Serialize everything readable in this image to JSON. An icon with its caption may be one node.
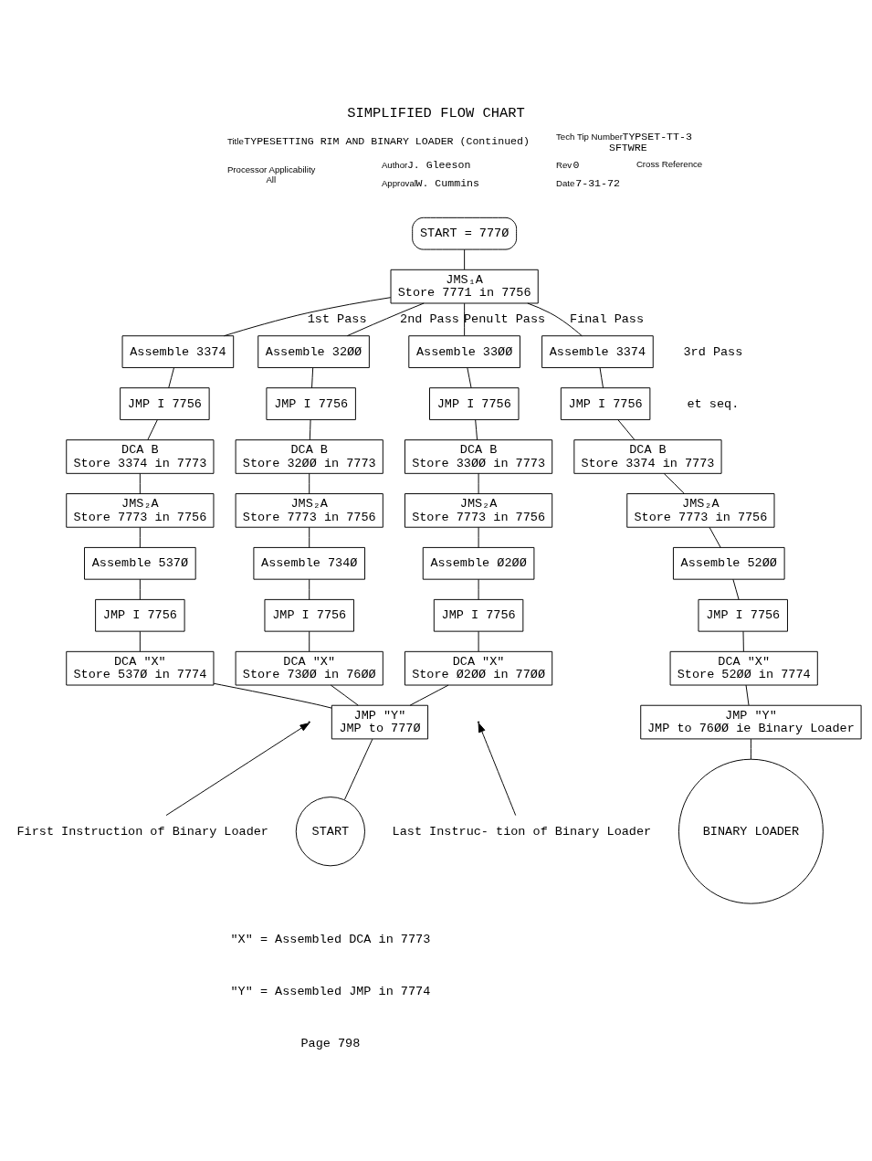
{
  "diagram": {
    "title": "SIMPLIFIED FLOW CHART",
    "nodes": [
      {
        "text": [
          "START = 777Ø"
        ]
      },
      {
        "text": [
          "JMS₁A",
          "Store 7771 in 7756"
        ]
      },
      {
        "text": [
          "Assemble 3374"
        ]
      },
      {
        "text": [
          "JMP I 7756"
        ]
      },
      {
        "text": [
          "DCA B",
          "Store 3374 in 7773"
        ]
      },
      {
        "text": [
          "JMS₂A",
          "Store 7773 in 7756"
        ]
      },
      {
        "text": [
          "Assemble 537Ø"
        ]
      },
      {
        "text": [
          "JMP I 7756"
        ]
      },
      {
        "text": [
          "DCA \"X\"",
          "Store 537Ø in 7774"
        ]
      },
      {
        "text": [
          "Assemble 32ØØ"
        ]
      },
      {
        "text": [
          "JMP I 7756"
        ]
      },
      {
        "text": [
          "DCA B",
          "Store 32ØØ in 7773"
        ]
      },
      {
        "text": [
          "JMS₂A",
          "Store 7773 in 7756"
        ]
      },
      {
        "text": [
          "Assemble 734Ø"
        ]
      },
      {
        "text": [
          "JMP I 7756"
        ]
      },
      {
        "text": [
          "DCA \"X\"",
          "Store 73ØØ in 76ØØ"
        ]
      },
      {
        "text": [
          "Assemble 33ØØ"
        ]
      },
      {
        "text": [
          "JMP I 7756"
        ]
      },
      {
        "text": [
          "DCA B",
          "Store 33ØØ in 7773"
        ]
      },
      {
        "text": [
          "JMS₂A",
          "Store 7773 in 7756"
        ]
      },
      {
        "text": [
          "Assemble Ø2ØØ"
        ]
      },
      {
        "text": [
          "JMP I 7756"
        ]
      },
      {
        "text": [
          "DCA \"X\"",
          "Store Ø2ØØ in 77ØØ"
        ]
      },
      {
        "text": [
          "Assemble 3374"
        ]
      },
      {
        "text": [
          "JMP I 7756"
        ]
      },
      {
        "text": [
          "DCA B",
          "Store 3374 in 7773"
        ]
      },
      {
        "text": [
          "JMS₂A",
          "Store 7773 in 7756"
        ]
      },
      {
        "text": [
          "Assemble 52ØØ"
        ]
      },
      {
        "text": [
          "JMP I 7756"
        ]
      },
      {
        "text": [
          "DCA \"X\"",
          "Store 52ØØ in 7774"
        ]
      },
      {
        "text": [
          "JMP \"Y\"",
          "JMP to 76ØØ ie Binary Loader"
        ]
      },
      {
        "text": [
          "BINARY LOADER"
        ]
      },
      {
        "text": [
          "JMP \"Y\"",
          "JMP to 777Ø"
        ]
      },
      {
        "text": [
          "START"
        ]
      },
      {
        "text": [
          "First Instruction of Binary Loader"
        ]
      },
      {
        "text": [
          "Last Instruc- tion of Binary Loader"
        ]
      }
    ],
    "edges": [
      {
        "from": 0,
        "to": 1,
        "arrow": "none"
      },
      {
        "from": 1,
        "to": 2,
        "arrow": "none",
        "label": "1st Pass"
      },
      {
        "from": 1,
        "to": 9,
        "arrow": "none",
        "label": "2nd Pass"
      },
      {
        "from": 1,
        "to": 16,
        "arrow": "none",
        "label": "Penult Pass"
      },
      {
        "from": 1,
        "to": 23,
        "arrow": "none",
        "label": "Final Pass"
      },
      {
        "from": 2,
        "to": 3,
        "arrow": "none"
      },
      {
        "from": 3,
        "to": 4,
        "arrow": "none"
      },
      {
        "from": 4,
        "to": 5,
        "arrow": "none"
      },
      {
        "from": 5,
        "to": 6,
        "arrow": "none"
      },
      {
        "from": 6,
        "to": 7,
        "arrow": "none"
      },
      {
        "from": 7,
        "to": 8,
        "arrow": "none"
      },
      {
        "from": 9,
        "to": 10,
        "arrow": "none"
      },
      {
        "from": 10,
        "to": 11,
        "arrow": "none"
      },
      {
        "from": 11,
        "to": 12,
        "arrow": "none"
      },
      {
        "from": 12,
        "to": 13,
        "arrow": "none"
      },
      {
        "from": 13,
        "to": 14,
        "arrow": "none"
      },
      {
        "from": 14,
        "to": 15,
        "arrow": "none"
      },
      {
        "from": 16,
        "to": 17,
        "arrow": "none"
      },
      {
        "from": 17,
        "to": 18,
        "arrow": "none"
      },
      {
        "from": 18,
        "to": 19,
        "arrow": "none"
      },
      {
        "from": 19,
        "to": 20,
        "arrow": "none"
      },
      {
        "from": 20,
        "to": 21,
        "arrow": "none"
      },
      {
        "from": 21,
        "to": 22,
        "arrow": "none"
      },
      {
        "from": 23,
        "to": 24,
        "arrow": "none"
      },
      {
        "from": 24,
        "to": 25,
        "arrow": "none"
      },
      {
        "from": 25,
        "to": 26,
        "arrow": "none"
      },
      {
        "from": 26,
        "to": 27,
        "arrow": "none"
      },
      {
        "from": 27,
        "to": 28,
        "arrow": "none"
      },
      {
        "from": 28,
        "to": 29,
        "arrow": "none"
      },
      {
        "from": 29,
        "to": 30,
        "arrow": "none"
      },
      {
        "from": 30,
        "to": 31,
        "arrow": "none"
      },
      {
        "from": 8,
        "to": 32,
        "arrow": "none"
      },
      {
        "from": 15,
        "to": 32,
        "arrow": "none"
      },
      {
        "from": 22,
        "to": 32,
        "arrow": "none"
      },
      {
        "from": 32,
        "to": 33,
        "arrow": "none"
      },
      {
        "from": 34,
        "to": null,
        "arrow": "to"
      },
      {
        "from": 35,
        "to": null,
        "arrow": "to"
      }
    ],
    "labels": [
      "Title",
      "TYPESETTING RIM AND BINARY LOADER (Continued)",
      "Tech Tip Number",
      "TYPSET-TT-3",
      "SFTWRE",
      "Processor Applicability",
      "All",
      "Author",
      "J. Gleeson",
      "Rev",
      "0",
      "Approval",
      "W. Cummins",
      "Date",
      "7-31-72",
      "Cross Reference",
      "3rd Pass",
      "et seq.",
      "\"X\" = Assembled DCA in 7773",
      "\"Y\" = Assembled JMP in 7774",
      "Page 798"
    ]
  }
}
